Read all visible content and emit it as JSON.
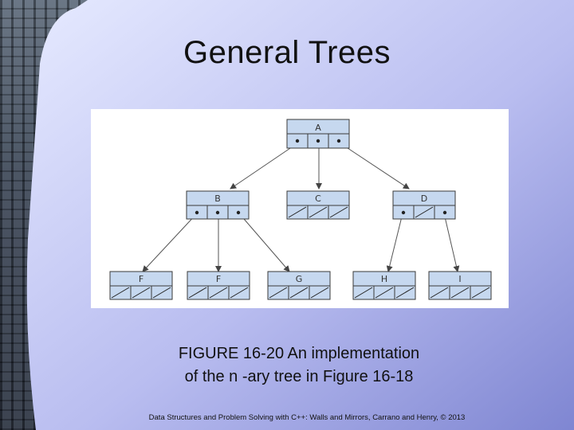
{
  "slide": {
    "title": "General Trees",
    "caption_line1": "FIGURE 16-20 An implementation",
    "caption_line2": "of the n -ary tree in Figure 16-18",
    "footer": "Data Structures and Problem Solving with C++: Walls and Mirrors, Carrano and Henry, © 2013"
  },
  "tree": {
    "nodes": {
      "A": "A",
      "B": "B",
      "C": "C",
      "D": "D",
      "E": "F",
      "F": "F",
      "G": "G",
      "H": "H",
      "I": "I"
    }
  },
  "colors": {
    "node_fill": "#c6d8ef",
    "node_stroke": "#3a3a3a",
    "panel_gradient_start": "#dde3ff",
    "panel_gradient_end": "#8a8fd8"
  }
}
